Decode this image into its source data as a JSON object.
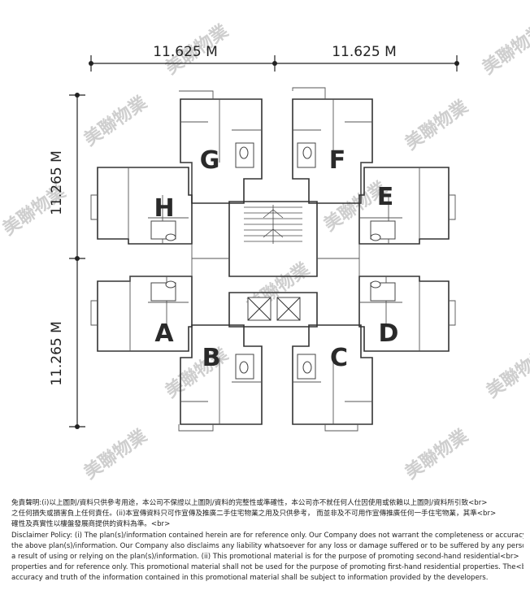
{
  "dimensions": {
    "top_left": "11.625 M",
    "top_right": "11.625 M",
    "left_top": "11.265 M",
    "left_bottom": "11.265 M"
  },
  "units": [
    "A",
    "B",
    "C",
    "D",
    "E",
    "F",
    "G",
    "H"
  ],
  "watermark": "美聯物業",
  "disclaimer": {
    "lines": [
      "免責聲明:(i)以上圖則/資料只供參考用途，本公司不保證以上圖則/資料的完整性或準確性，本公司亦不就任何人仕因使用或依賴以上圖則/資料所引致<br>",
      "之任何損失或損害負上任何責任。(ii)本宣傳資料只可作宣傳及推廣二手住宅物業之用及只供參考， 而並非及不可用作宣傳推廣任何一手住宅物業，其準<br>",
      "確性及真實性以樓盤發展商提供的資料為準。<br>",
      "Disclaimer Policy: (i) The plan(s)/information contained herein are for reference only. Our Company does not warrant the completeness or accuracy of<br>",
      "the above plan(s)/information. Our Company also disclaims any liability whatsoever for any loss or damage suffered or to be suffered by any person as<br>",
      "a result of using or relying on the plan(s)/information. (ii) This promotional material is for the purpose of promoting second-hand residential<br>",
      "properties and for reference only. This promotional material shall not be used for the purpose of promoting first-hand residential properties. The<br>",
      "accuracy and truth of the information contained in this promotional material shall be subject to information provided by the developers."
    ]
  }
}
